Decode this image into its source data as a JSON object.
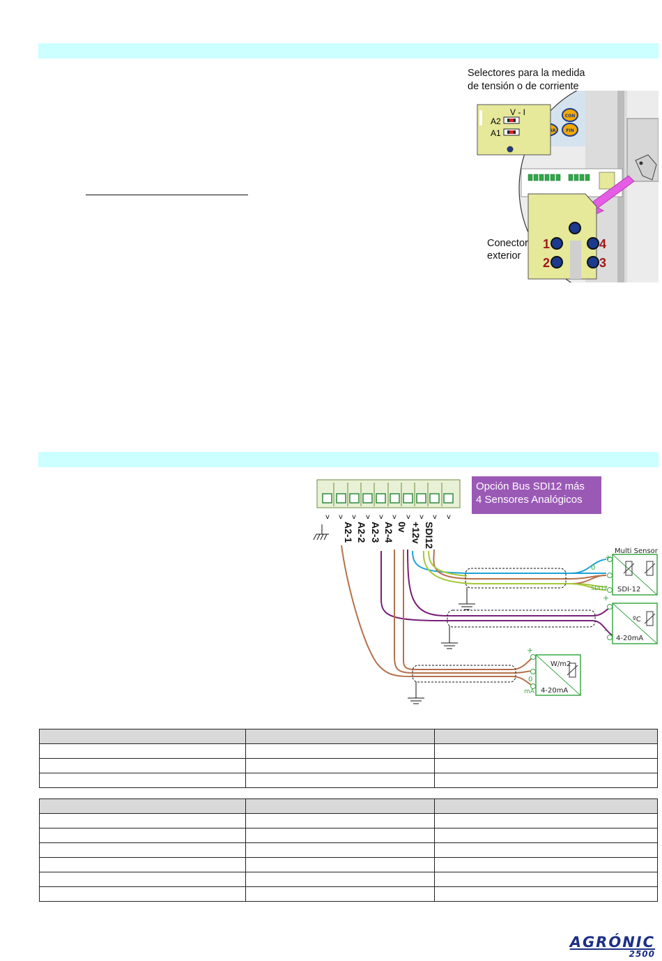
{
  "top_figure": {
    "caption_line1": "Selectores para la medida",
    "caption_line2": "de tensión o de corriente",
    "switch_header": "V - I",
    "switch_a2": "A2",
    "switch_a1": "A1",
    "button_con": "CON",
    "button_fin": "FIN",
    "button_entrar": "ENTRAR",
    "connector_line1": "Conector",
    "connector_line2": "exterior",
    "pin1": "1",
    "pin2": "2",
    "pin3": "3",
    "pin4": "4"
  },
  "wiring_figure": {
    "option_line1": "Opción Bus SDI12 más",
    "option_line2": "4 Sensores Analógicos",
    "terminals": [
      "A2-1",
      "A2-2",
      "A2-3",
      "A2-4",
      "0v",
      "+12v",
      "SDI12"
    ],
    "sensor1_title": "Multi Sensor",
    "sensor1_type": "SDI-12",
    "sensor1_sdi_label": "SDI12",
    "sensor1_plus": "+",
    "sensor1_zero": "0",
    "sensor2_unit": "ºC",
    "sensor2_type": "4-20mA",
    "sensor2_plus": "+",
    "sensor2_minus": "-",
    "sensor3_unit": "W/m2",
    "sensor3_type": "4-20mA",
    "sensor3_plus": "+",
    "sensor3_zero": "0",
    "sensor3_ma": "mA"
  },
  "footer": {
    "brand": "AGRÓNIC",
    "model": "2500"
  },
  "colors": {
    "band": "#ccffff",
    "purple_box": "#9b59b6",
    "board": "#e6e89a",
    "wire_brown": "#b5704a",
    "wire_purple": "#7a1f7a",
    "wire_blue": "#1fa2d6",
    "wire_green": "#a6c83a",
    "sensor_green": "#3aa845",
    "pin_red": "#a01818",
    "arrow_magenta": "#e55ce5"
  }
}
